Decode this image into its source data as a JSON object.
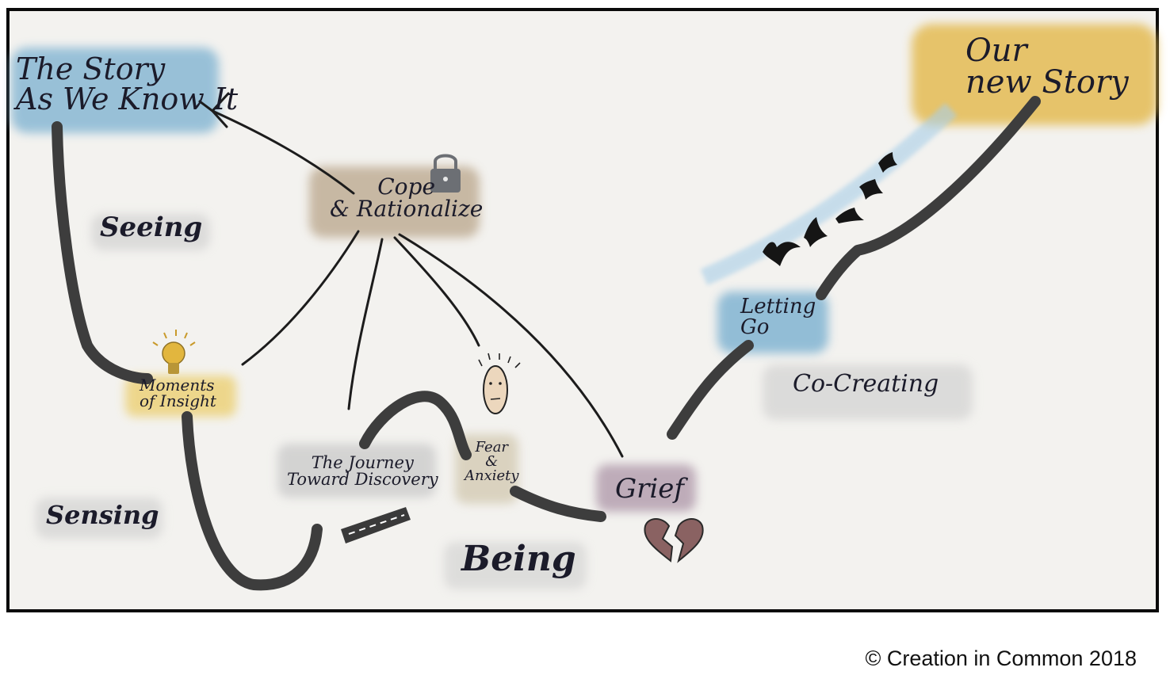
{
  "labels": {
    "story_old": "The Story\nAs We Know It",
    "story_new": "Our\nnew Story",
    "seeing": "Seeing",
    "sensing": "Sensing",
    "being": "Being",
    "co_creating": "Co-Creating",
    "letting_go": "Letting\nGo",
    "cope": "Cope\n& Rationalize",
    "insight": "Moments\nof Insight",
    "journey": "The Journey\nToward Discovery",
    "fear": "Fear\n&\nAnxiety",
    "grief": "Grief"
  },
  "copyright": "© Creation in Common 2018",
  "colors": {
    "path": "#3d3d3d",
    "blue_wash": "#7ab0d0",
    "gold_wash": "#e3b84a",
    "brown_wash": "#b9a58a",
    "grey_wash": "#c9c9c9",
    "purple_wash": "#a88fa3",
    "insight_wash": "#ecd27a",
    "heart": "#8a6262"
  },
  "icons": [
    "lock-icon",
    "lightbulb-icon",
    "anxious-face-icon",
    "road-icon",
    "broken-heart-icon",
    "bird-icon",
    "arrow-icon"
  ]
}
